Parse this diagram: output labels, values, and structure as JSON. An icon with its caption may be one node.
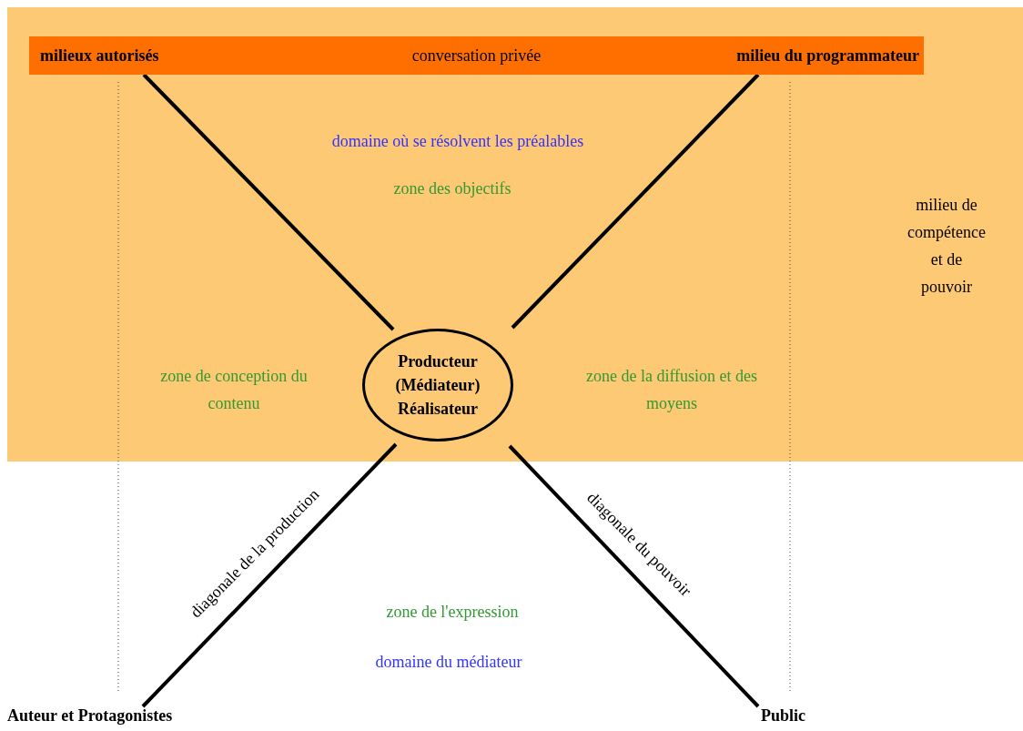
{
  "diagram": {
    "nodes": [
      {
        "text": [
          "conversation privée"
        ]
      },
      {
        "text": [
          "milieux autorisés"
        ],
        "in": 0
      },
      {
        "text": [
          "milieu du programmateur"
        ],
        "in": 0
      },
      {
        "text": [
          "Producteur (Médiateur) Réalisateur"
        ]
      },
      {
        "text": [
          "Auteur et Protagonistes"
        ]
      },
      {
        "text": [
          "Public"
        ]
      }
    ],
    "edges": [
      {
        "from": 3,
        "to": 1,
        "arrow": "none"
      },
      {
        "from": 3,
        "to": 2,
        "arrow": "none"
      },
      {
        "from": 3,
        "to": 4,
        "arrow": "none",
        "label": "diagonale de la production"
      },
      {
        "from": 3,
        "to": 5,
        "arrow": "none",
        "label": "diagonale du pouvoir"
      }
    ],
    "labels": [
      "domaine où se résolvent les préalables",
      "zone des objectifs",
      "milieu de compétence et de pouvoir",
      "zone de conception du contenu",
      "zone de la diffusion et des moyens",
      "zone de l'expression",
      "domaine du médiateur"
    ]
  }
}
